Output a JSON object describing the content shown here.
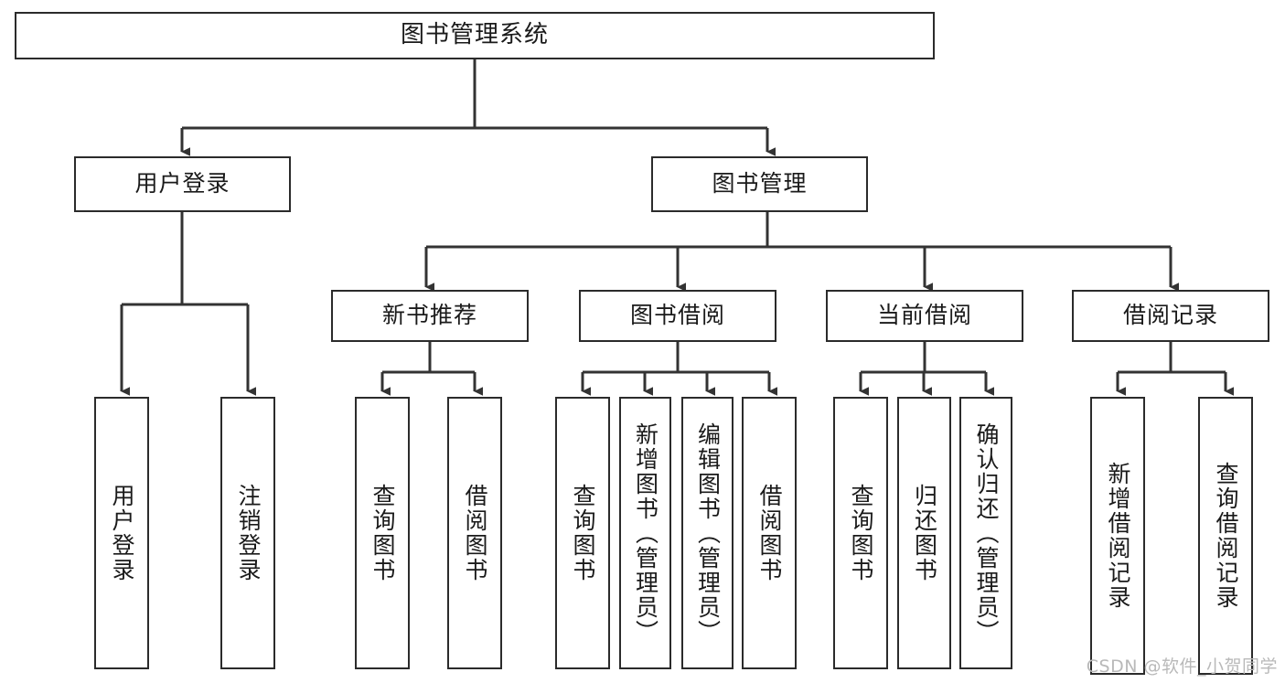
{
  "diagram": {
    "title": "图书管理系统",
    "type": "tree",
    "watermark": "CSDN @软件_小贺同学",
    "colors": {
      "border": "#2b2b2b",
      "background": "#ffffff",
      "text": "#1a1a1a",
      "edge": "#333333",
      "watermark": "#b9b9b9"
    },
    "nodes": {
      "root": {
        "label": "图书管理系统",
        "level": 0,
        "orientation": "horizontal"
      },
      "user_login": {
        "label": "用户登录",
        "level": 1,
        "orientation": "horizontal"
      },
      "book_manage": {
        "label": "图书管理",
        "level": 1,
        "orientation": "horizontal"
      },
      "new_book_rec": {
        "label": "新书推荐",
        "level": 2,
        "orientation": "horizontal"
      },
      "book_borrow": {
        "label": "图书借阅",
        "level": 2,
        "orientation": "horizontal"
      },
      "current_borrow": {
        "label": "当前借阅",
        "level": 2,
        "orientation": "horizontal"
      },
      "borrow_record": {
        "label": "借阅记录",
        "level": 2,
        "orientation": "horizontal"
      },
      "leaf_user_login": {
        "label": "用户登录",
        "level": 3,
        "orientation": "vertical"
      },
      "leaf_logout": {
        "label": "注销登录",
        "level": 3,
        "orientation": "vertical"
      },
      "leaf_query_book_1": {
        "label": "查询图书",
        "level": 3,
        "orientation": "vertical"
      },
      "leaf_borrow_book_1": {
        "label": "借阅图书",
        "level": 3,
        "orientation": "vertical"
      },
      "leaf_query_book_2": {
        "label": "查询图书",
        "level": 3,
        "orientation": "vertical"
      },
      "leaf_add_book": {
        "label": "新增图书（管理员）",
        "level": 3,
        "orientation": "vertical"
      },
      "leaf_edit_book": {
        "label": "编辑图书（管理员）",
        "level": 3,
        "orientation": "vertical"
      },
      "leaf_borrow_book_2": {
        "label": "借阅图书",
        "level": 3,
        "orientation": "vertical"
      },
      "leaf_query_book_3": {
        "label": "查询图书",
        "level": 3,
        "orientation": "vertical"
      },
      "leaf_return_book": {
        "label": "归还图书",
        "level": 3,
        "orientation": "vertical"
      },
      "leaf_confirm_return": {
        "label": "确认归还（管理员）",
        "level": 3,
        "orientation": "vertical"
      },
      "leaf_add_record": {
        "label": "新增借阅记录",
        "level": 3,
        "orientation": "vertical"
      },
      "leaf_query_record": {
        "label": "查询借阅记录",
        "level": 3,
        "orientation": "vertical"
      }
    },
    "edges": [
      {
        "from": "root",
        "to": "user_login"
      },
      {
        "from": "root",
        "to": "book_manage"
      },
      {
        "from": "user_login",
        "to": "leaf_user_login"
      },
      {
        "from": "user_login",
        "to": "leaf_logout"
      },
      {
        "from": "book_manage",
        "to": "new_book_rec"
      },
      {
        "from": "book_manage",
        "to": "book_borrow"
      },
      {
        "from": "book_manage",
        "to": "current_borrow"
      },
      {
        "from": "book_manage",
        "to": "borrow_record"
      },
      {
        "from": "new_book_rec",
        "to": "leaf_query_book_1"
      },
      {
        "from": "new_book_rec",
        "to": "leaf_borrow_book_1"
      },
      {
        "from": "book_borrow",
        "to": "leaf_query_book_2"
      },
      {
        "from": "book_borrow",
        "to": "leaf_add_book"
      },
      {
        "from": "book_borrow",
        "to": "leaf_edit_book"
      },
      {
        "from": "book_borrow",
        "to": "leaf_borrow_book_2"
      },
      {
        "from": "current_borrow",
        "to": "leaf_query_book_3"
      },
      {
        "from": "current_borrow",
        "to": "leaf_return_book"
      },
      {
        "from": "current_borrow",
        "to": "leaf_confirm_return"
      },
      {
        "from": "borrow_record",
        "to": "leaf_add_record"
      },
      {
        "from": "borrow_record",
        "to": "leaf_query_record"
      }
    ]
  }
}
